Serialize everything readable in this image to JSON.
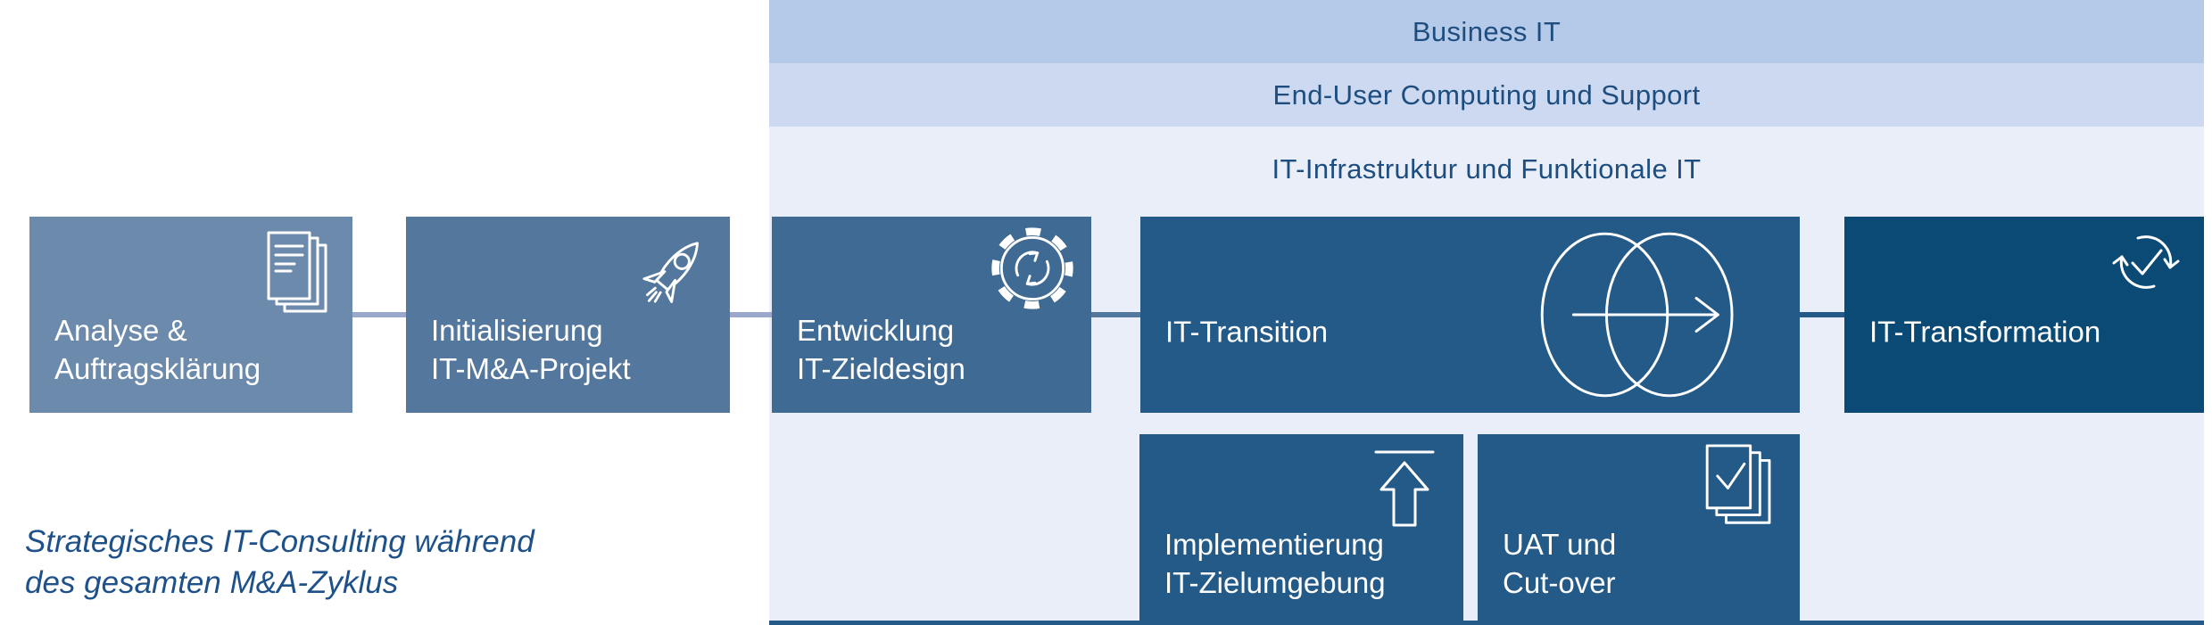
{
  "diagram": {
    "bands": [
      {
        "label": "Business IT",
        "color": "#b5c9e9"
      },
      {
        "label": "End-User Computing und Support",
        "color": "#cdd9f0"
      },
      {
        "label": "IT-Infrastruktur und Funktionale IT",
        "color": "#e9eef9"
      }
    ],
    "phases": [
      {
        "label": "Analyse &\nAuftragsklärung",
        "icon": "documents-icon",
        "color": "#6c8aab"
      },
      {
        "label": "Initialisierung\nIT-M&A-Projekt",
        "icon": "rocket-icon",
        "color": "#54779d"
      },
      {
        "label": "Entwicklung\nIT-Zieldesign",
        "icon": "gear-sync-icon",
        "color": "#3f6a93"
      },
      {
        "label": "IT-Transition",
        "icon": "merge-circles-arrow-icon",
        "color": "#245a87"
      },
      {
        "label": "IT-Transformation",
        "icon": "sync-check-icon",
        "color": "#0a4a75"
      }
    ],
    "sub_phases": [
      {
        "label": "Implementierung\nIT-Zielumgebung",
        "icon": "upload-icon",
        "color": "#245a87"
      },
      {
        "label": "UAT und\nCut-over",
        "icon": "checked-documents-icon",
        "color": "#245a87"
      }
    ],
    "connectors": [
      {
        "color": "#9aa8cb"
      },
      {
        "color": "#9aa8cb"
      },
      {
        "color": "#54779e"
      },
      {
        "color": "#245a87"
      }
    ],
    "caption": "Strategisches IT-Consulting während\ndes gesamten M&A-Zyklus",
    "colors": {
      "canvas_bg": "#ffffff",
      "panel_bg": "#e9eef9",
      "band_text": "#1d4e7f",
      "label_text": "#ffffff",
      "caption_text": "#1e5189",
      "bottom_strip": "#245a87"
    }
  }
}
